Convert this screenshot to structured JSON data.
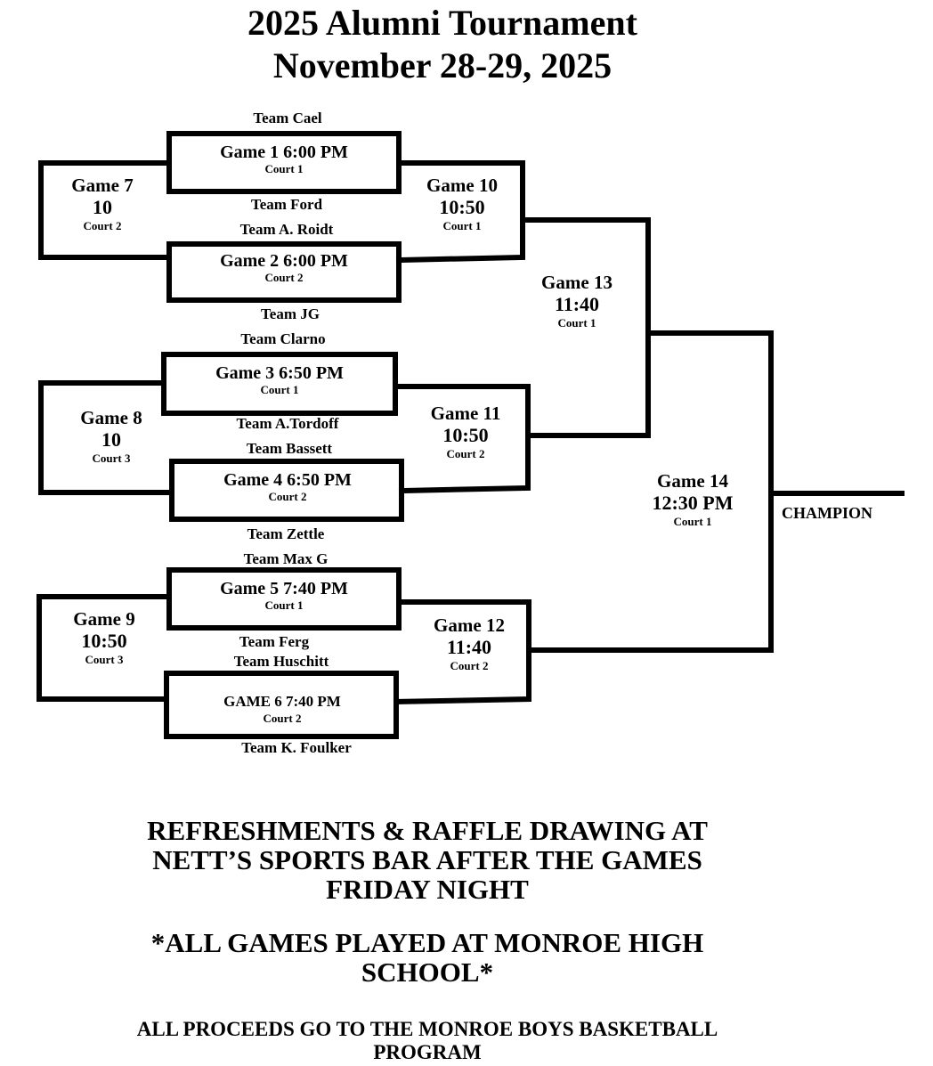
{
  "title": {
    "line1": "2025  Alumni Tournament",
    "line2": "November 28-29, 2025"
  },
  "round1": [
    {
      "label": "Game 1   6:00 PM",
      "court": "Court 1",
      "team_top": "Team Cael",
      "team_bottom": "Team Ford"
    },
    {
      "label": "Game 2   6:00 PM",
      "court": "Court 2",
      "team_top": "Team A. Roidt",
      "team_bottom": "Team JG"
    },
    {
      "label": "Game 3   6:50 PM",
      "court": "Court 1",
      "team_top": "Team Clarno",
      "team_bottom": "Team A.Tordoff"
    },
    {
      "label": "Game 4   6:50 PM",
      "court": "Court 2",
      "team_top": "Team Bassett",
      "team_bottom": "Team Zettle"
    },
    {
      "label": "Game 5   7:40 PM",
      "court": "Court 1",
      "team_top": "Team Max G",
      "team_bottom": "Team Ferg"
    },
    {
      "label": "GAME 6   7:40 PM",
      "court": "Court 2",
      "team_top": "Team Huschitt",
      "team_bottom": "Team K. Foulker"
    }
  ],
  "consolation": [
    {
      "name": "Game 7",
      "time": "10",
      "court": "Court 2"
    },
    {
      "name": "Game 8",
      "time": "10",
      "court": "Court 3"
    },
    {
      "name": "Game 9",
      "time": "10:50",
      "court": "Court 3"
    }
  ],
  "round2": [
    {
      "name": "Game 10",
      "time": "10:50",
      "court": "Court 1"
    },
    {
      "name": "Game 11",
      "time": "10:50",
      "court": "Court 2"
    },
    {
      "name": "Game 12",
      "time": "11:40",
      "court": "Court 2"
    }
  ],
  "semifinal": {
    "name": "Game 13",
    "time": "11:40",
    "court": "Court 1"
  },
  "final": {
    "name": "Game 14",
    "time": "12:30 PM",
    "court": "Court 1"
  },
  "champion_label": "CHAMPION",
  "footer": {
    "refreshments": [
      "REFRESHMENTS & RAFFLE DRAWING AT",
      "NETT’S SPORTS BAR AFTER THE GAMES",
      "FRIDAY NIGHT"
    ],
    "location": [
      "*ALL GAMES PLAYED AT MONROE HIGH",
      "SCHOOL*"
    ],
    "proceeds": [
      "ALL PROCEEDS GO TO THE MONROE BOYS BASKETBALL",
      "PROGRAM"
    ]
  }
}
